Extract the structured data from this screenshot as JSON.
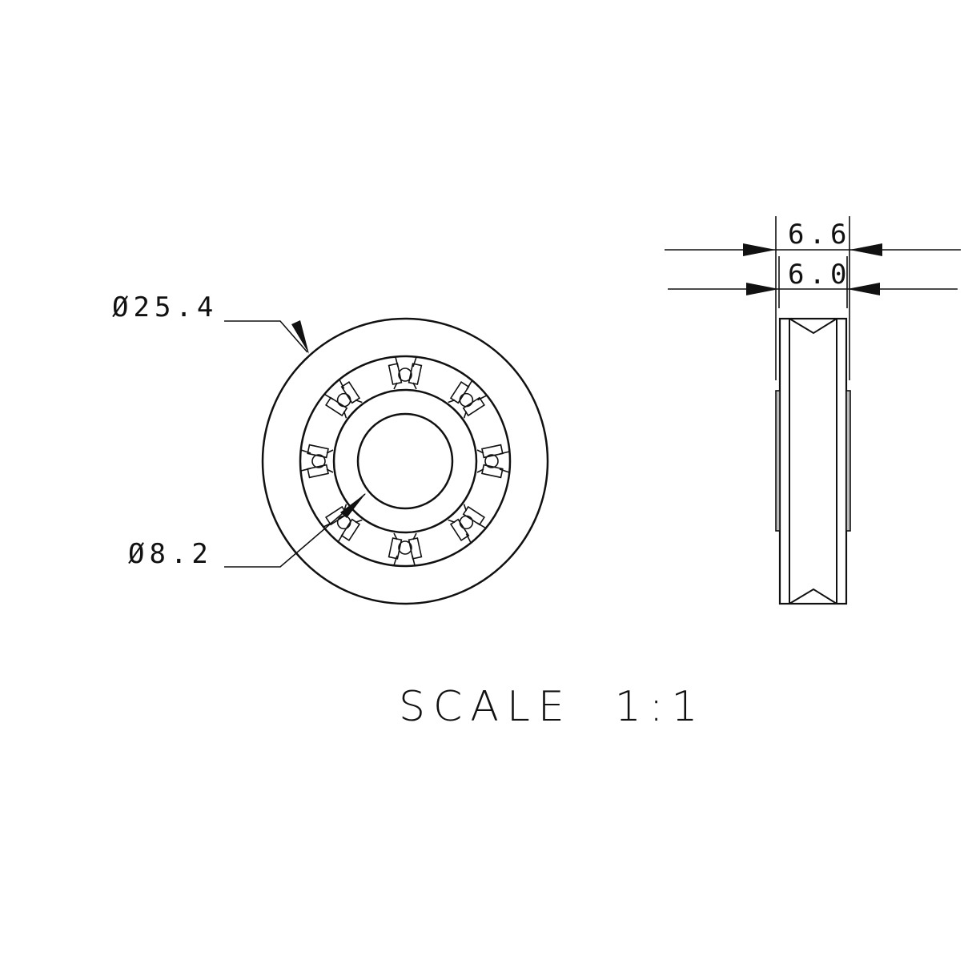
{
  "drawing": {
    "front_view": {
      "outer_diameter_label": "Ø25.4",
      "bore_diameter_label": "Ø8.2",
      "ball_count": 8
    },
    "side_view": {
      "overall_width_label": "6.6",
      "bearing_width_label": "6.0"
    },
    "scale_label": "SCALE  1:1"
  },
  "colors": {
    "line": "#111111",
    "background": "#ffffff"
  }
}
